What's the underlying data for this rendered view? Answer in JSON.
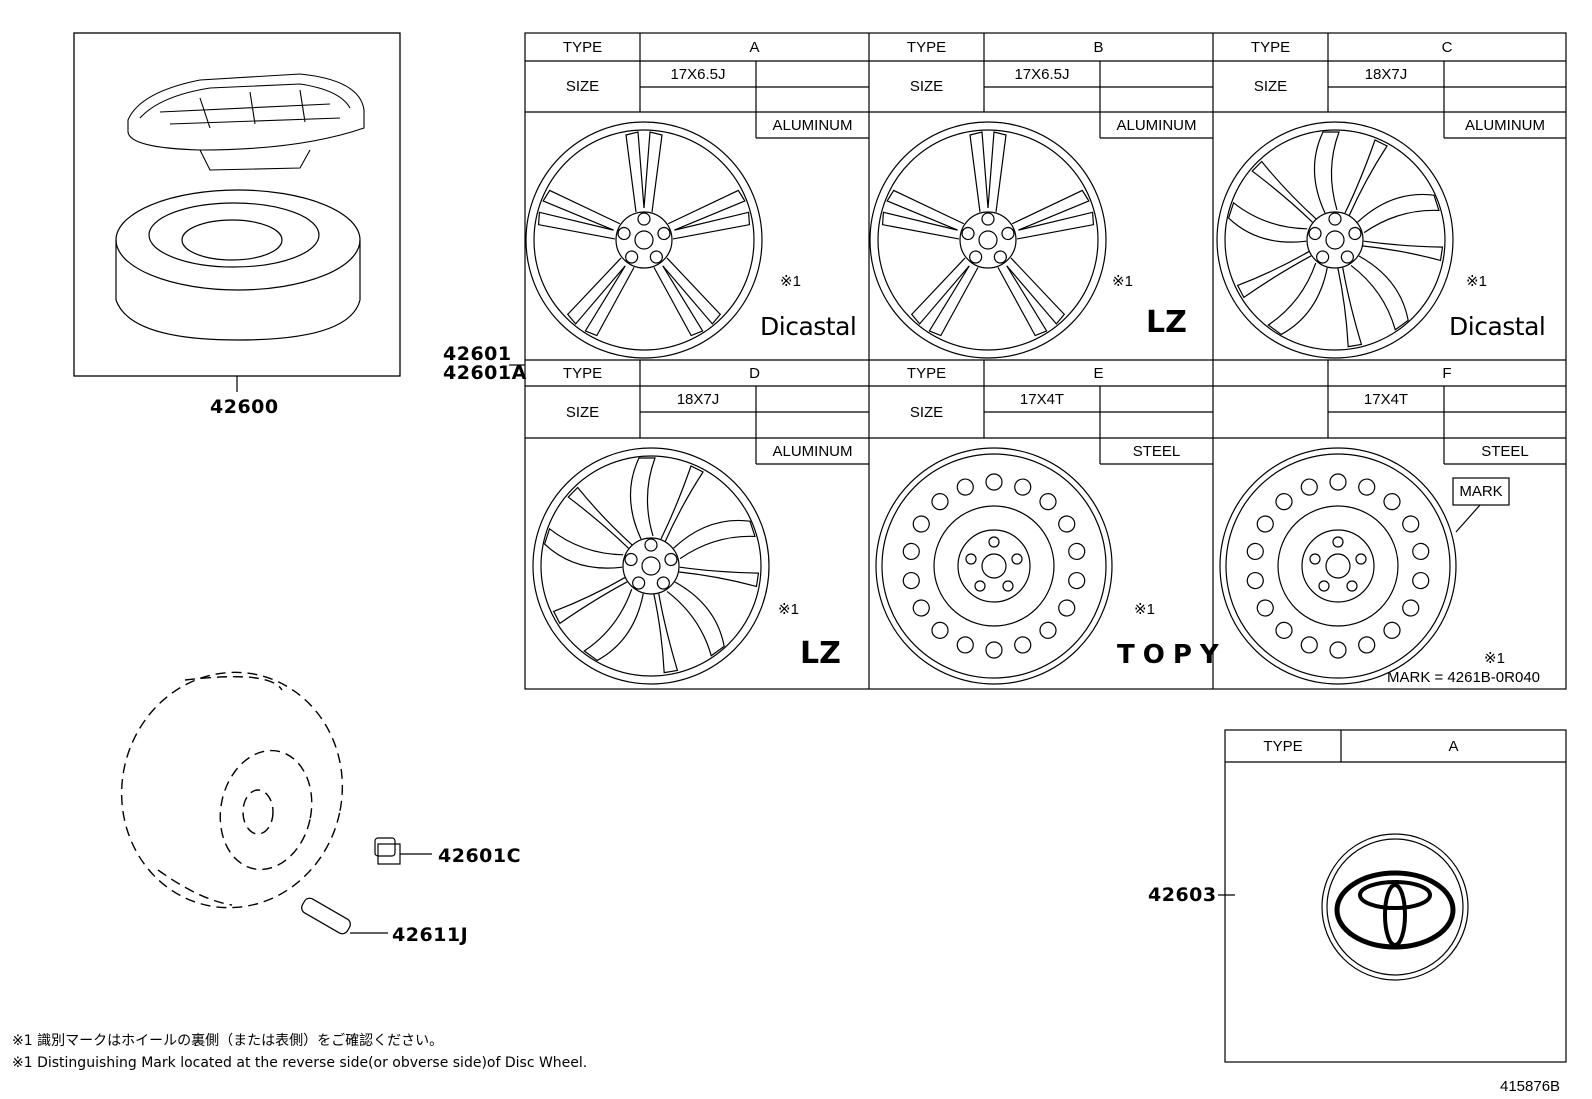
{
  "parts": {
    "spare_assy": "42600",
    "disc_wheel_1": "42601",
    "disc_wheel_2": "42601A",
    "hub_nut": "42601C",
    "valve": "42611J",
    "ornament": "42603"
  },
  "table_labels": {
    "type": "TYPE",
    "size": "SIZE"
  },
  "wheels": [
    {
      "type": "A",
      "size": "17X6.5J",
      "material": "ALUMINUM",
      "mark": "※1",
      "brand": "Dicastal"
    },
    {
      "type": "B",
      "size": "17X6.5J",
      "material": "ALUMINUM",
      "mark": "※1",
      "brand": "LZ"
    },
    {
      "type": "C",
      "size": "18X7J",
      "material": "ALUMINUM",
      "mark": "※1",
      "brand": "Dicastal"
    },
    {
      "type": "D",
      "size": "18X7J",
      "material": "ALUMINUM",
      "mark": "※1",
      "brand": "LZ"
    },
    {
      "type": "E",
      "size": "17X4T",
      "material": "STEEL",
      "mark": "※1",
      "brand": "TOPY"
    },
    {
      "type": "F",
      "size": "17X4T",
      "material": "STEEL",
      "mark": "※1",
      "brand": ""
    }
  ],
  "mark_callout": "MARK",
  "mark_code": "MARK = 4261B-0R040",
  "ornament_type": "A",
  "notes": {
    "jp": "※1  識別マークはホイールの裏側（または表側）をご確認ください。",
    "en": "※1  Distinguishing Mark located at the reverse side(or obverse side)of Disc Wheel."
  },
  "diagram_id": "415876B"
}
